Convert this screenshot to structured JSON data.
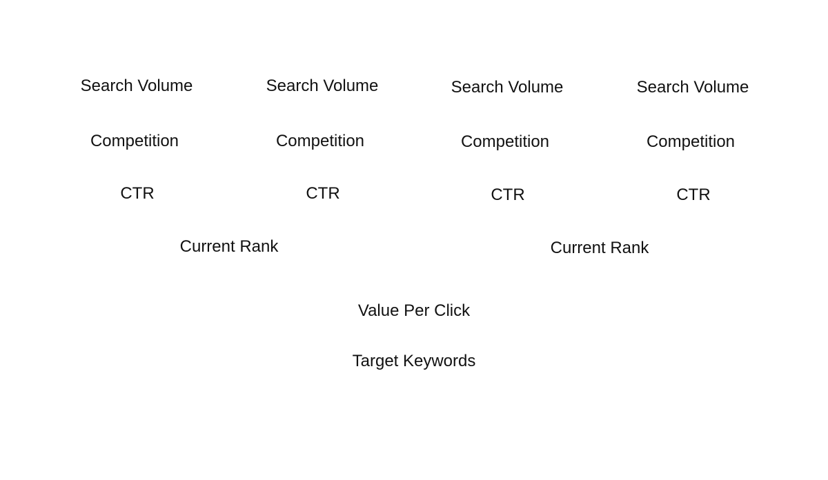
{
  "columns": [
    {
      "search_volume": "Search Volume",
      "competition": "Competition",
      "ctr": "CTR"
    },
    {
      "search_volume": "Search Volume",
      "competition": "Competition",
      "ctr": "CTR"
    },
    {
      "search_volume": "Search Volume",
      "competition": "Competition",
      "ctr": "CTR"
    },
    {
      "search_volume": "Search Volume",
      "competition": "Competition",
      "ctr": "CTR"
    }
  ],
  "current_rank": [
    "Current Rank",
    "Current Rank"
  ],
  "value_per_click": "Value Per Click",
  "target_keywords": "Target Keywords"
}
